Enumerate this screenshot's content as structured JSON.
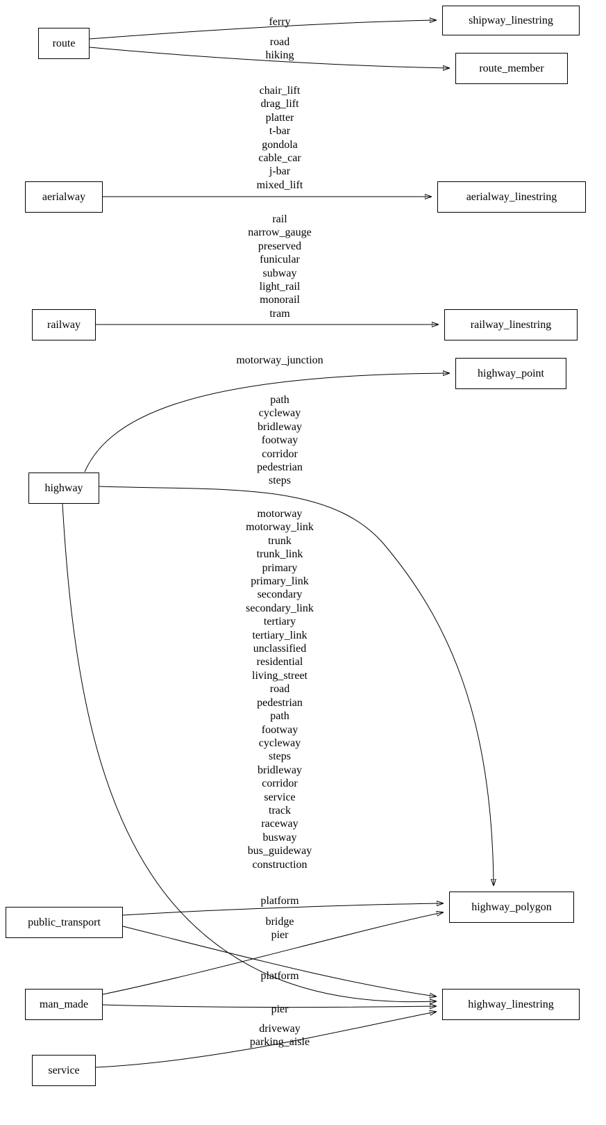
{
  "diagram": {
    "type": "graph",
    "colors": {
      "background": "#ffffff",
      "node_border": "#000000",
      "edge": "#000000",
      "text": "#000000"
    },
    "nodes": [
      {
        "id": "route",
        "label": "route"
      },
      {
        "id": "shipway_linestring",
        "label": "shipway_linestring"
      },
      {
        "id": "route_member",
        "label": "route_member"
      },
      {
        "id": "aerialway",
        "label": "aerialway"
      },
      {
        "id": "aerialway_linestring",
        "label": "aerialway_linestring"
      },
      {
        "id": "railway",
        "label": "railway"
      },
      {
        "id": "railway_linestring",
        "label": "railway_linestring"
      },
      {
        "id": "highway",
        "label": "highway"
      },
      {
        "id": "highway_point",
        "label": "highway_point"
      },
      {
        "id": "highway_polygon",
        "label": "highway_polygon"
      },
      {
        "id": "highway_linestring",
        "label": "highway_linestring"
      },
      {
        "id": "public_transport",
        "label": "public_transport"
      },
      {
        "id": "man_made",
        "label": "man_made"
      },
      {
        "id": "service",
        "label": "service"
      }
    ],
    "edges": [
      {
        "from": "route",
        "to": "shipway_linestring",
        "label": "ferry"
      },
      {
        "from": "route",
        "to": "route_member",
        "label": "road\nhiking"
      },
      {
        "from": "aerialway",
        "to": "aerialway_linestring",
        "label": "chair_lift\ndrag_lift\nplatter\nt-bar\ngondola\ncable_car\nj-bar\nmixed_lift"
      },
      {
        "from": "railway",
        "to": "railway_linestring",
        "label": "rail\nnarrow_gauge\npreserved\nfunicular\nsubway\nlight_rail\nmonorail\ntram"
      },
      {
        "from": "highway",
        "to": "highway_point",
        "label": "motorway_junction"
      },
      {
        "from": "highway",
        "to": "highway_polygon",
        "label": "path\ncycleway\nbridleway\nfootway\ncorridor\npedestrian\nsteps"
      },
      {
        "from": "highway",
        "to": "highway_linestring",
        "label": "motorway\nmotorway_link\ntrunk\ntrunk_link\nprimary\nprimary_link\nsecondary\nsecondary_link\ntertiary\ntertiary_link\nunclassified\nresidential\nliving_street\nroad\npedestrian\npath\nfootway\ncycleway\nsteps\nbridleway\ncorridor\nservice\ntrack\nraceway\nbusway\nbus_guideway\nconstruction"
      },
      {
        "from": "public_transport",
        "to": "highway_polygon",
        "label": "platform"
      },
      {
        "from": "man_made",
        "to": "highway_polygon",
        "label": "bridge\npier"
      },
      {
        "from": "public_transport",
        "to": "highway_linestring",
        "label": "platform"
      },
      {
        "from": "man_made",
        "to": "highway_linestring",
        "label": "pier"
      },
      {
        "from": "service",
        "to": "highway_linestring",
        "label": "driveway\nparking_aisle"
      }
    ]
  }
}
